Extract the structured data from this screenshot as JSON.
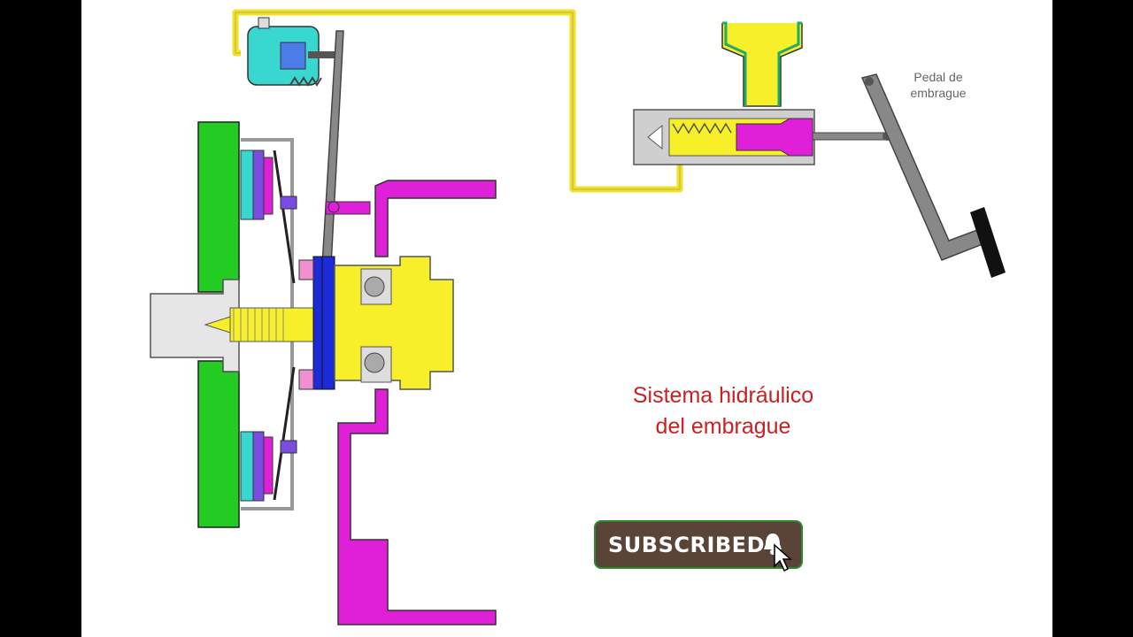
{
  "diagram": {
    "title_line1": "Sistema hidráulico",
    "title_line2": "del embrague",
    "pedal_label_line1": "Pedal de",
    "pedal_label_line2": "embrague"
  },
  "subscribe_button": {
    "label": "SUBSCRIBED"
  },
  "colors": {
    "fluid_line": "#f2e227",
    "flywheel": "#22cc22",
    "pressure_plate": "#e020d8",
    "clutch_disc": "#1c2ad8",
    "master_cylinder_fluid": "#f7ef2a",
    "slave_cylinder": "#38d8d0",
    "title_text": "#cc2020",
    "button_bg": "#5a4438",
    "button_border": "#2c8a2c"
  },
  "icons": [
    "bell-icon",
    "mouse-cursor-icon"
  ]
}
